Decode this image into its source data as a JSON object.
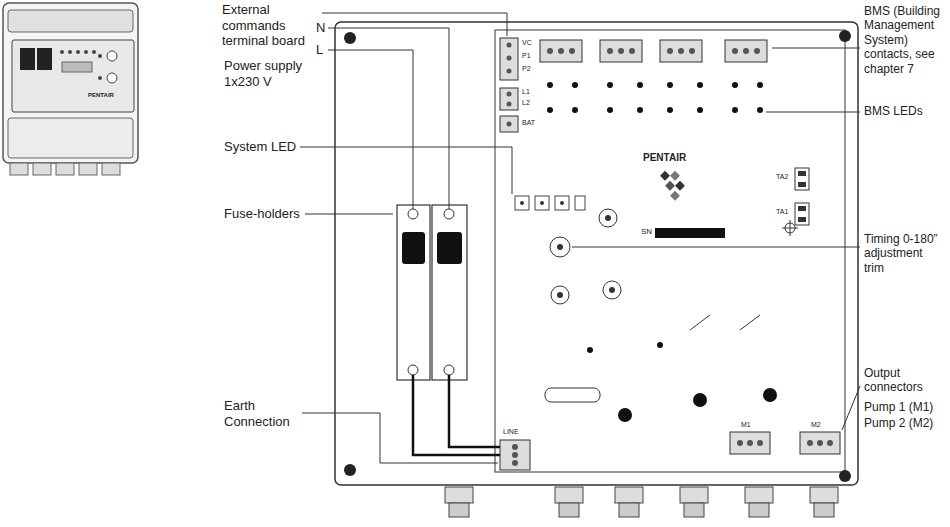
{
  "diagram": {
    "labels": [
      "External commands terminal board",
      "N",
      "L",
      "Power supply 1x230 V",
      "System LED",
      "Fuse-holders",
      "Earth Connection",
      "BMS (Building Management System) contacts, see chapter 7",
      "BMS LEDs",
      "Timing 0-180” adjustment trim",
      "Output connectors",
      "Pump 1 (M1)",
      "Pump 2 (M2)",
      "VC",
      "P1",
      "P2",
      "L1",
      "L2",
      "BAT",
      "TA2",
      "TA1",
      "PENTAIR",
      "SN",
      "LINE",
      "M1",
      "M2",
      "PENTAIR"
    ]
  }
}
